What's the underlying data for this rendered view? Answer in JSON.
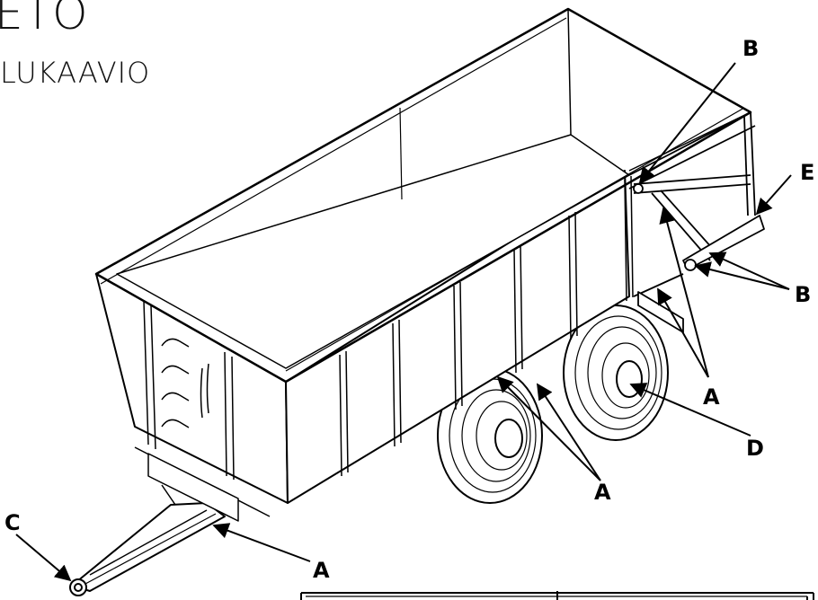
{
  "heading": {
    "main": "ETO",
    "sub": "LUKAAVIO"
  },
  "callouts": {
    "b_top": "B",
    "e_right": "E",
    "b_right": "B",
    "a_right": "A",
    "d_wheel": "D",
    "a_mid": "A",
    "c_eye": "C",
    "a_drawbar": "A"
  }
}
